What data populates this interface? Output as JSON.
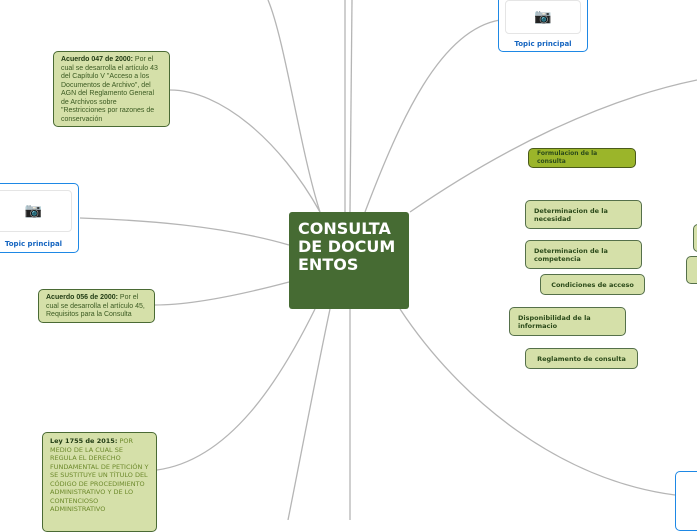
{
  "central": {
    "title": "CONSULTA DE DOCUMENTOS"
  },
  "topics": [
    {
      "label": "Topic principal",
      "icon": "camera-icon"
    },
    {
      "label": "Topic principal",
      "icon": "camera-icon"
    }
  ],
  "left_nodes": [
    {
      "bold": "Acuerdo 047 de 2000:",
      "text": " Por el cual se desarrolla el artículo 43 del Capítulo V \"Acceso a los Documentos de Archivo\", del AGN del Reglamento General de Archivos sobre \"Restricciones por razones de conservación"
    },
    {
      "bold": "Acuerdo 056 de 2000:",
      "text": " Por el cual se desarrolla el artículo 45, Requisitos para la Consulta"
    },
    {
      "bold": "Ley 1755 de 2015:",
      "text": " POR MEDIO DE LA CUAL SE REGULA EL DERECHO FUNDAMENTAL DE PETICIÓN Y SE SUSTITUYE UN TÍTULO DEL CÓDIGO DE PROCEDIMIENTO ADMINISTRATIVO Y DE LO CONTENCIOSO ADMINISTRATIVO"
    }
  ],
  "right_nodes": {
    "main": "Formulacion de la consulta",
    "items": [
      "Determinacion de la necesidad",
      "Determinacion de la competencia",
      "Condiciones de acceso",
      "Disponibilidad de la informacio",
      "Reglamento de consulta"
    ]
  },
  "colors": {
    "central": "#466b33",
    "node": "#d5e0a9",
    "main_node": "#9bb52a",
    "topic_border": "#1e88e5"
  }
}
